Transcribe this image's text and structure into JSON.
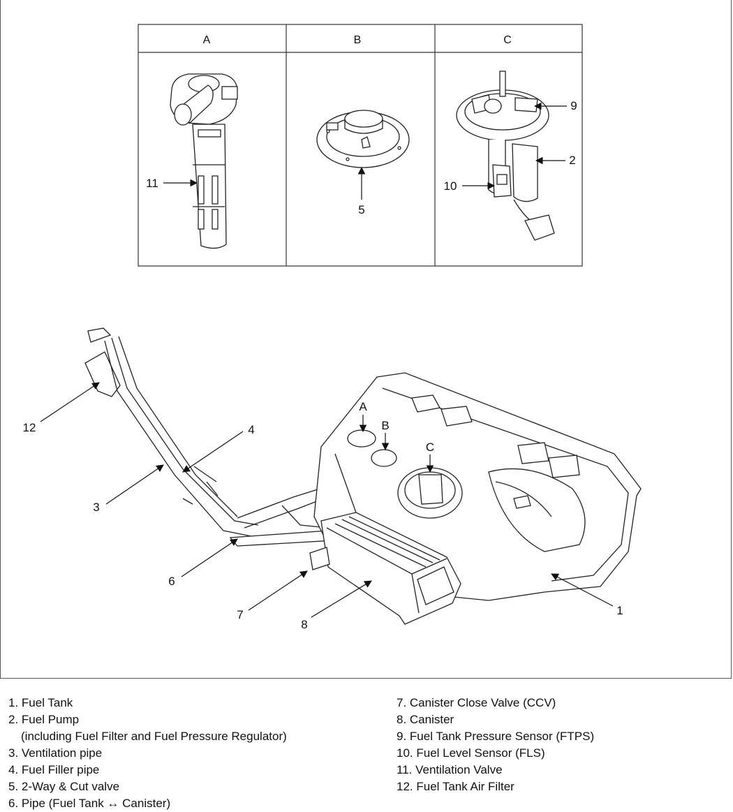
{
  "panels": {
    "a": "A",
    "b": "B",
    "c": "C"
  },
  "callouts": {
    "n1": "1",
    "n2": "2",
    "n3": "3",
    "n4": "4",
    "n5": "5",
    "n6": "6",
    "n7": "7",
    "n8": "8",
    "n9": "9",
    "n10": "10",
    "n11": "11",
    "n12": "12",
    "a": "A",
    "b": "B",
    "c": "C"
  },
  "legend": {
    "left": [
      "1. Fuel Tank",
      "2. Fuel Pump",
      "(including Fuel Filter and Fuel Pressure Regulator)",
      "3. Ventilation pipe",
      "4. Fuel Filler pipe",
      "5. 2-Way & Cut valve",
      "6. Pipe (Fuel Tank ↔ Canister)"
    ],
    "right": [
      "7. Canister Close Valve (CCV)",
      "8. Canister",
      "9. Fuel Tank Pressure Sensor (FTPS)",
      "10. Fuel Level Sensor (FLS)",
      "11. Ventilation Valve",
      "12. Fuel Tank Air Filter"
    ]
  }
}
